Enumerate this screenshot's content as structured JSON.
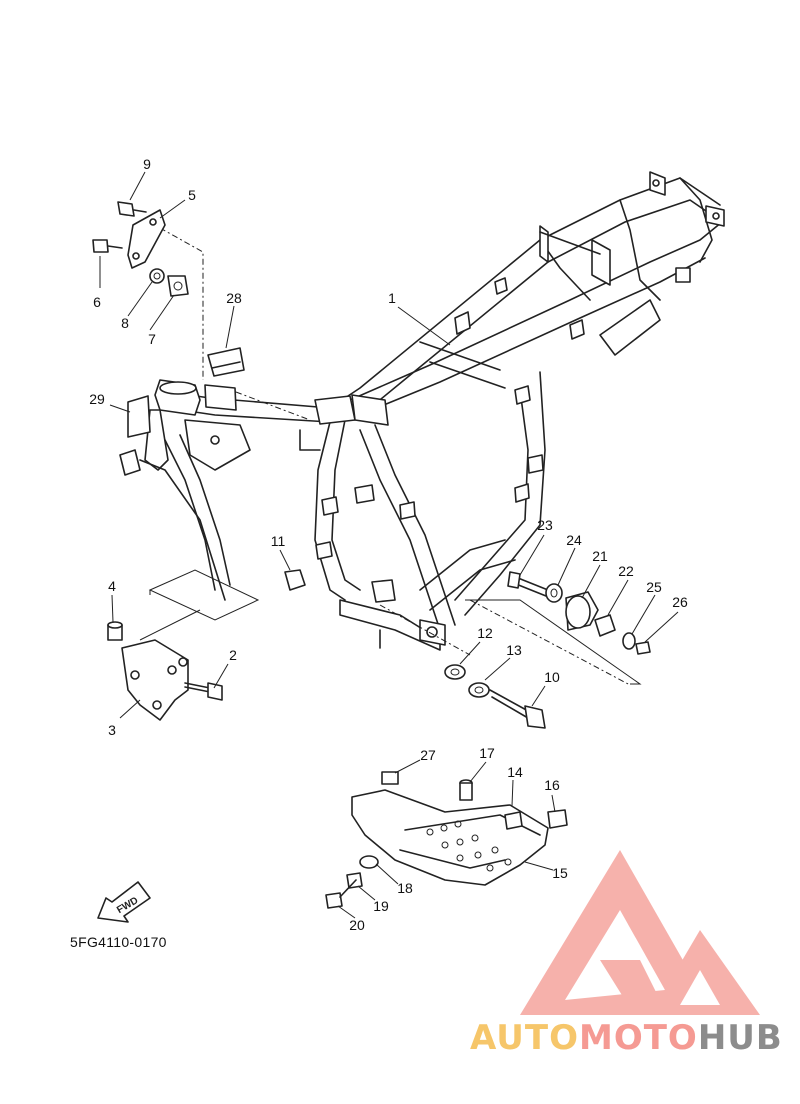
{
  "diagram": {
    "code": "5FG4110-0170",
    "fwd_label": "FWD",
    "watermark": {
      "part1": "AUTO",
      "part2": "MOTO",
      "part3": "HUB"
    },
    "colors": {
      "watermark_yellow": "#f6c66a",
      "watermark_red": "#f59a93",
      "watermark_gray": "#8c8c8c"
    },
    "part_labels": [
      "1",
      "2",
      "3",
      "4",
      "5",
      "6",
      "7",
      "8",
      "9",
      "10",
      "11",
      "12",
      "13",
      "14",
      "15",
      "16",
      "17",
      "18",
      "19",
      "20",
      "21",
      "22",
      "23",
      "24",
      "25",
      "26",
      "27",
      "28",
      "29"
    ]
  }
}
